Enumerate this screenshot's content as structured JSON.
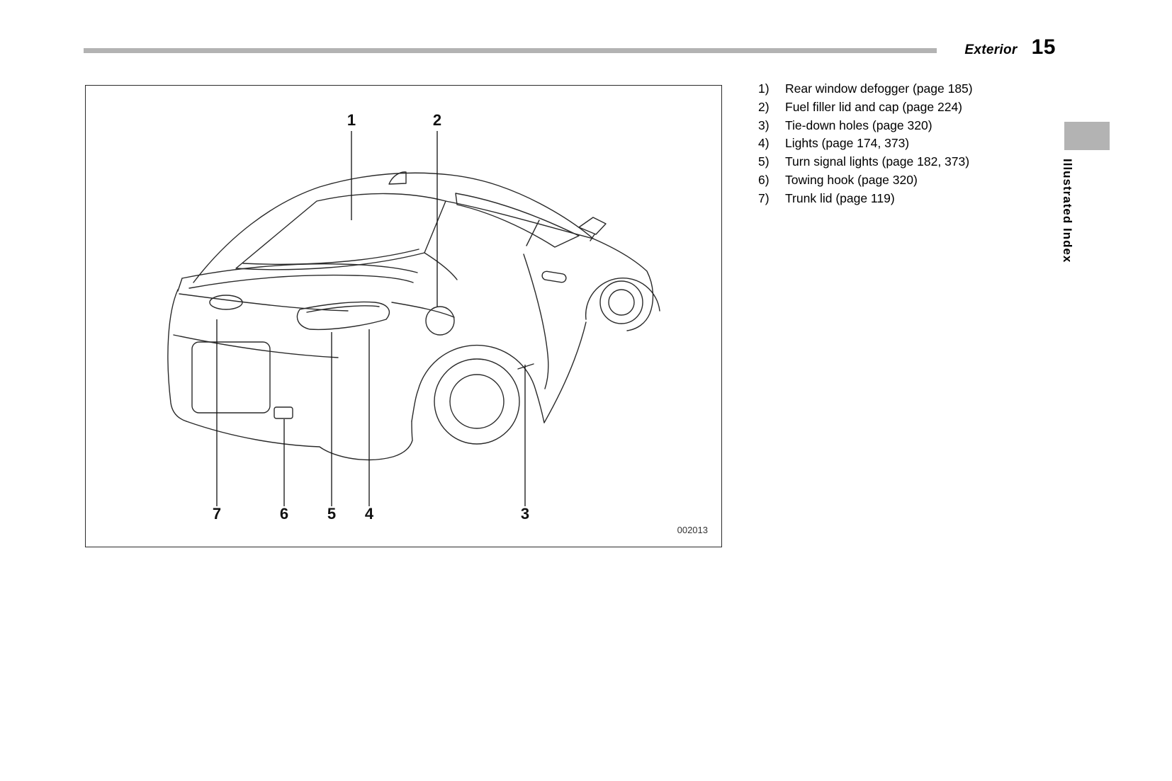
{
  "header": {
    "section": "Exterior",
    "page_number": "15"
  },
  "side_tab": {
    "label": "Illustrated Index"
  },
  "figure": {
    "code": "002013",
    "callouts": [
      {
        "label": "1"
      },
      {
        "label": "2"
      },
      {
        "label": "3"
      },
      {
        "label": "4"
      },
      {
        "label": "5"
      },
      {
        "label": "6"
      },
      {
        "label": "7"
      }
    ]
  },
  "legend": {
    "items": [
      {
        "num": "1)",
        "text": "Rear window defogger (page 185)"
      },
      {
        "num": "2)",
        "text": "Fuel filler lid and cap (page 224)"
      },
      {
        "num": "3)",
        "text": "Tie-down holes (page 320)"
      },
      {
        "num": "4)",
        "text": "Lights (page 174, 373)"
      },
      {
        "num": "5)",
        "text": "Turn signal lights (page 182, 373)"
      },
      {
        "num": "6)",
        "text": "Towing hook (page 320)"
      },
      {
        "num": "7)",
        "text": "Trunk lid (page 119)"
      }
    ]
  }
}
